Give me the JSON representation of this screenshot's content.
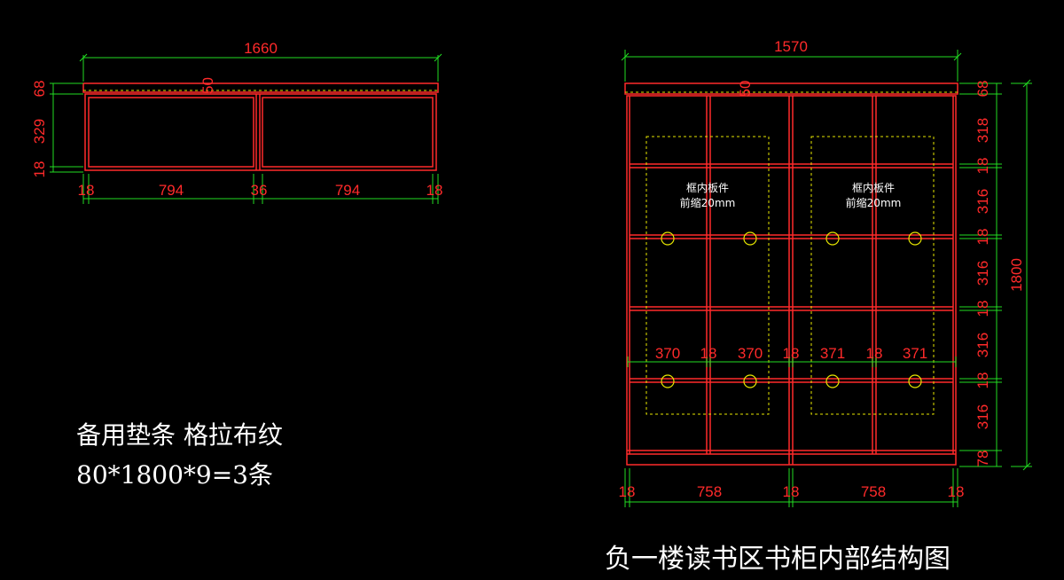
{
  "colors": {
    "background": "#000000",
    "panel": "#ff2a2a",
    "dimension": "#22dd22",
    "dashed": "#e6e600",
    "text": "#ffffff"
  },
  "left_plan": {
    "overall_width": "1660",
    "top_offset": "50",
    "side_dims": [
      "68",
      "329",
      "18"
    ],
    "bottom_dims": [
      "18",
      "794",
      "36",
      "794",
      "18"
    ]
  },
  "right_elevation": {
    "overall_width": "1570",
    "top_offset": "50",
    "overall_height": "1800",
    "side_dims": [
      "68",
      "318",
      "18",
      "316",
      "18",
      "316",
      "18",
      "316",
      "18",
      "316",
      "78"
    ],
    "bottom_dims": [
      "18",
      "758",
      "18",
      "758",
      "18"
    ],
    "inner_dims": [
      "370",
      "18",
      "370",
      "18",
      "371",
      "18",
      "371"
    ],
    "inner_note_left": [
      "框内板件",
      "前缩20mm"
    ],
    "inner_note_right": [
      "框内板件",
      "前缩20mm"
    ]
  },
  "spare_strip": {
    "line1": "备用垫条 格拉布纹",
    "line2": "80*1800*9=3条"
  },
  "drawing_title": "负一楼读书区书柜内部结构图"
}
